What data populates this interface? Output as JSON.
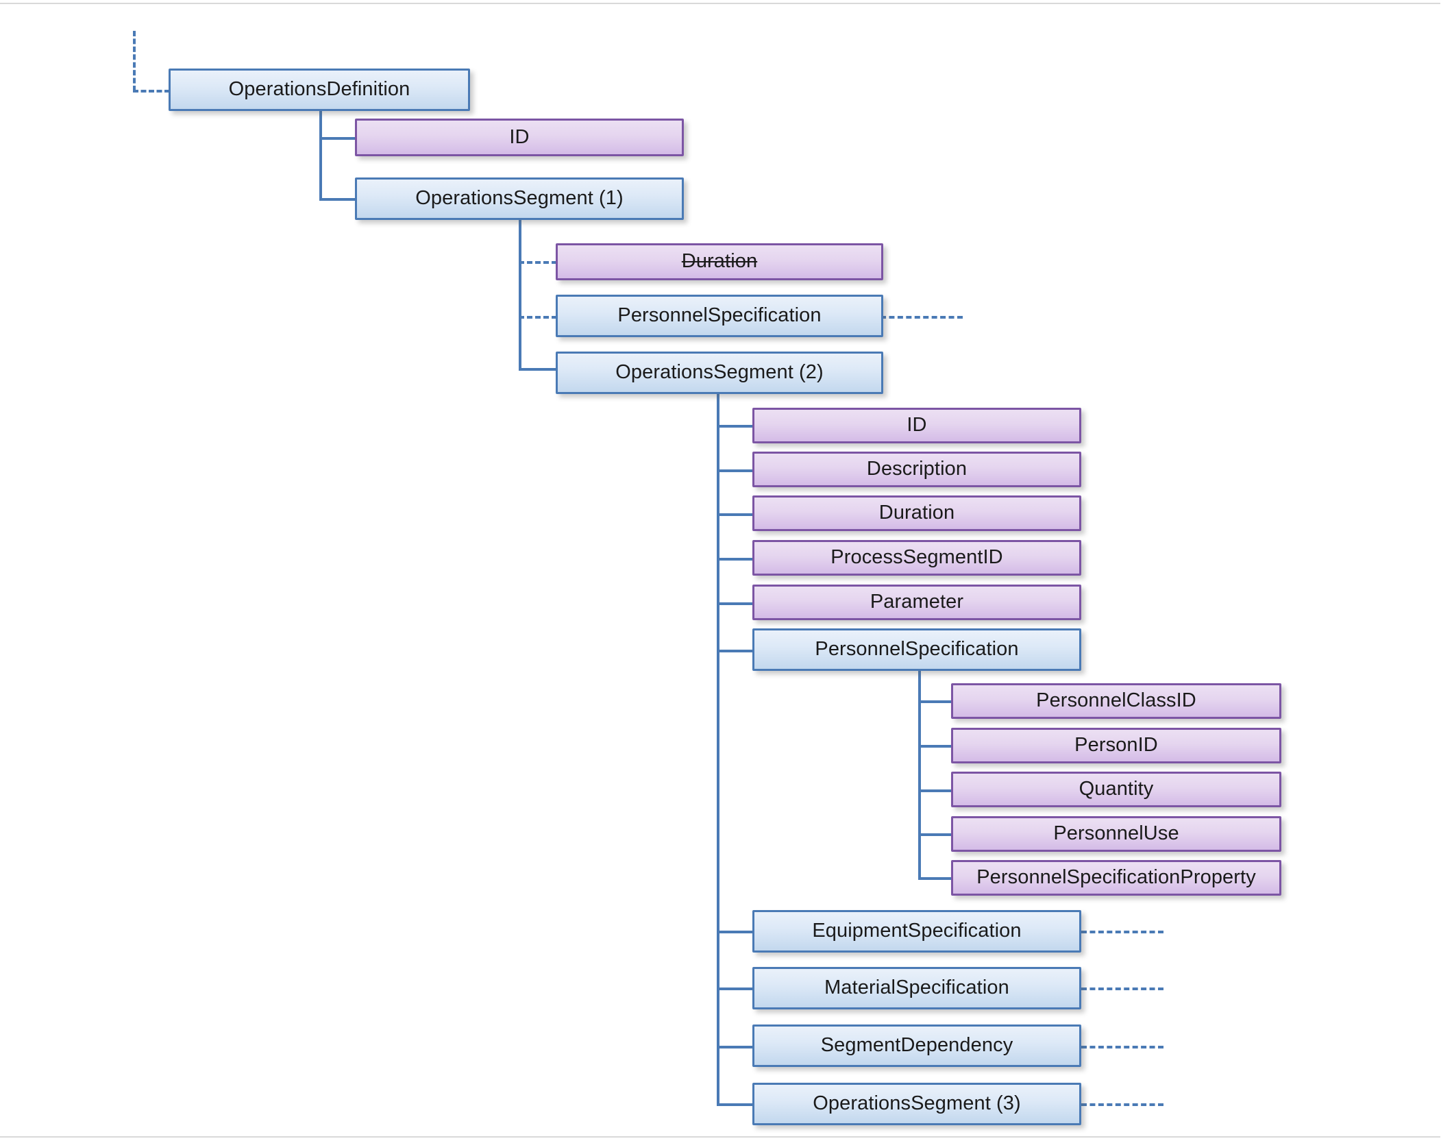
{
  "diagram": {
    "type": "tree",
    "title": "OperationsDefinition hierarchy",
    "colors": {
      "blue_border": "#4a7ab5",
      "blue_fill_top": "#eaf1fa",
      "blue_fill_bottom": "#c3d8ee",
      "purple_border": "#7c55a4",
      "purple_fill_top": "#ece0f3",
      "purple_fill_bottom": "#d4bce7",
      "connector": "#4a7ab5",
      "background": "#ffffff"
    },
    "nodes": [
      {
        "id": "operationsdefinition",
        "label": "OperationsDefinition",
        "style": "blue",
        "strikethrough": false,
        "level": 0
      },
      {
        "id": "id-1",
        "label": "ID",
        "style": "purple",
        "strikethrough": false,
        "level": 1
      },
      {
        "id": "operationssegment-1",
        "label": "OperationsSegment (1)",
        "style": "blue",
        "strikethrough": false,
        "level": 1
      },
      {
        "id": "duration-struck",
        "label": "Duration",
        "style": "purple",
        "strikethrough": true,
        "level": 2
      },
      {
        "id": "personnelspecification-1",
        "label": "PersonnelSpecification",
        "style": "blue",
        "strikethrough": false,
        "level": 2
      },
      {
        "id": "operationssegment-2",
        "label": "OperationsSegment (2)",
        "style": "blue",
        "strikethrough": false,
        "level": 2
      },
      {
        "id": "id-2",
        "label": "ID",
        "style": "purple",
        "strikethrough": false,
        "level": 3
      },
      {
        "id": "description",
        "label": "Description",
        "style": "purple",
        "strikethrough": false,
        "level": 3
      },
      {
        "id": "duration-2",
        "label": "Duration",
        "style": "purple",
        "strikethrough": false,
        "level": 3
      },
      {
        "id": "processsegmentid",
        "label": "ProcessSegmentID",
        "style": "purple",
        "strikethrough": false,
        "level": 3
      },
      {
        "id": "parameter",
        "label": "Parameter",
        "style": "purple",
        "strikethrough": false,
        "level": 3
      },
      {
        "id": "personnelspecification-2",
        "label": "PersonnelSpecification",
        "style": "blue",
        "strikethrough": false,
        "level": 3
      },
      {
        "id": "personnelclassid",
        "label": "PersonnelClassID",
        "style": "purple",
        "strikethrough": false,
        "level": 4
      },
      {
        "id": "personid",
        "label": "PersonID",
        "style": "purple",
        "strikethrough": false,
        "level": 4
      },
      {
        "id": "quantity",
        "label": "Quantity",
        "style": "purple",
        "strikethrough": false,
        "level": 4
      },
      {
        "id": "personneluse",
        "label": "PersonnelUse",
        "style": "purple",
        "strikethrough": false,
        "level": 4
      },
      {
        "id": "personnelspecificationproperty",
        "label": "PersonnelSpecificationProperty",
        "style": "purple",
        "strikethrough": false,
        "level": 4
      },
      {
        "id": "equipmentspecification",
        "label": "EquipmentSpecification",
        "style": "blue",
        "strikethrough": false,
        "level": 3
      },
      {
        "id": "materialspecification",
        "label": "MaterialSpecification",
        "style": "blue",
        "strikethrough": false,
        "level": 3
      },
      {
        "id": "segmentdependency",
        "label": "SegmentDependency",
        "style": "blue",
        "strikethrough": false,
        "level": 3
      },
      {
        "id": "operationssegment-3",
        "label": "OperationsSegment (3)",
        "style": "blue",
        "strikethrough": false,
        "level": 3
      }
    ],
    "edges": [
      {
        "from": "operationsdefinition",
        "to": "id-1",
        "kind": "solid"
      },
      {
        "from": "operationsdefinition",
        "to": "operationssegment-1",
        "kind": "solid"
      },
      {
        "from": "operationssegment-1",
        "to": "duration-struck",
        "kind": "dashed"
      },
      {
        "from": "operationssegment-1",
        "to": "personnelspecification-1",
        "kind": "dashed"
      },
      {
        "from": "operationssegment-1",
        "to": "operationssegment-2",
        "kind": "solid"
      },
      {
        "from": "operationssegment-2",
        "to": "id-2",
        "kind": "solid"
      },
      {
        "from": "operationssegment-2",
        "to": "description",
        "kind": "solid"
      },
      {
        "from": "operationssegment-2",
        "to": "duration-2",
        "kind": "solid"
      },
      {
        "from": "operationssegment-2",
        "to": "processsegmentid",
        "kind": "solid"
      },
      {
        "from": "operationssegment-2",
        "to": "parameter",
        "kind": "solid"
      },
      {
        "from": "operationssegment-2",
        "to": "personnelspecification-2",
        "kind": "solid"
      },
      {
        "from": "personnelspecification-2",
        "to": "personnelclassid",
        "kind": "solid"
      },
      {
        "from": "personnelspecification-2",
        "to": "personid",
        "kind": "solid"
      },
      {
        "from": "personnelspecification-2",
        "to": "quantity",
        "kind": "solid"
      },
      {
        "from": "personnelspecification-2",
        "to": "personneluse",
        "kind": "solid"
      },
      {
        "from": "personnelspecification-2",
        "to": "personnelspecificationproperty",
        "kind": "solid"
      },
      {
        "from": "operationssegment-2",
        "to": "equipmentspecification",
        "kind": "solid"
      },
      {
        "from": "operationssegment-2",
        "to": "materialspecification",
        "kind": "solid"
      },
      {
        "from": "operationssegment-2",
        "to": "segmentdependency",
        "kind": "solid"
      },
      {
        "from": "operationssegment-2",
        "to": "operationssegment-3",
        "kind": "solid"
      }
    ],
    "dangling_connectors": [
      {
        "at": "operationsdefinition",
        "side": "left",
        "kind": "dashed"
      },
      {
        "at": "personnelspecification-1",
        "side": "right",
        "kind": "dashed"
      },
      {
        "at": "equipmentspecification",
        "side": "right",
        "kind": "dashed"
      },
      {
        "at": "materialspecification",
        "side": "right",
        "kind": "dashed"
      },
      {
        "at": "segmentdependency",
        "side": "right",
        "kind": "dashed"
      },
      {
        "at": "operationssegment-3",
        "side": "right",
        "kind": "dashed"
      }
    ]
  }
}
